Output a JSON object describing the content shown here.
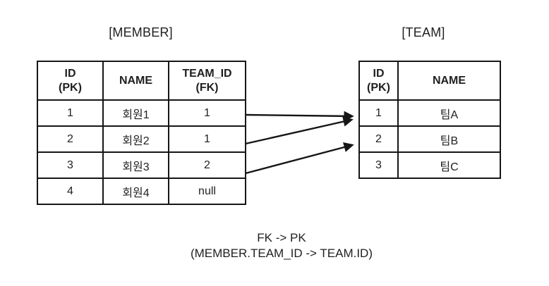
{
  "colors": {
    "bg": "#ffffff",
    "line": "#161616",
    "text": "#1f1f1f"
  },
  "member": {
    "title": "[MEMBER]",
    "headers": [
      "ID\n(PK)",
      "NAME",
      "TEAM_ID\n(FK)"
    ],
    "rows": [
      [
        "1",
        "회원1",
        "1"
      ],
      [
        "2",
        "회원2",
        "1"
      ],
      [
        "3",
        "회원3",
        "2"
      ],
      [
        "4",
        "회원4",
        "null"
      ]
    ]
  },
  "team": {
    "title": "[TEAM]",
    "headers": [
      "ID\n(PK)",
      "NAME"
    ],
    "rows": [
      [
        "1",
        "팀A"
      ],
      [
        "2",
        "팀B"
      ],
      [
        "3",
        "팀C"
      ]
    ]
  },
  "relationships": [
    {
      "from": "MEMBER row 1 (TEAM_ID=1)",
      "to": "TEAM row 1 (ID=1)"
    },
    {
      "from": "MEMBER row 2 (TEAM_ID=1)",
      "to": "TEAM row 1 (ID=1)"
    },
    {
      "from": "MEMBER row 3 (TEAM_ID=2)",
      "to": "TEAM row 2 (ID=2)"
    }
  ],
  "caption": {
    "line1": "FK -> PK",
    "line2": "(MEMBER.TEAM_ID -> TEAM.ID)"
  }
}
